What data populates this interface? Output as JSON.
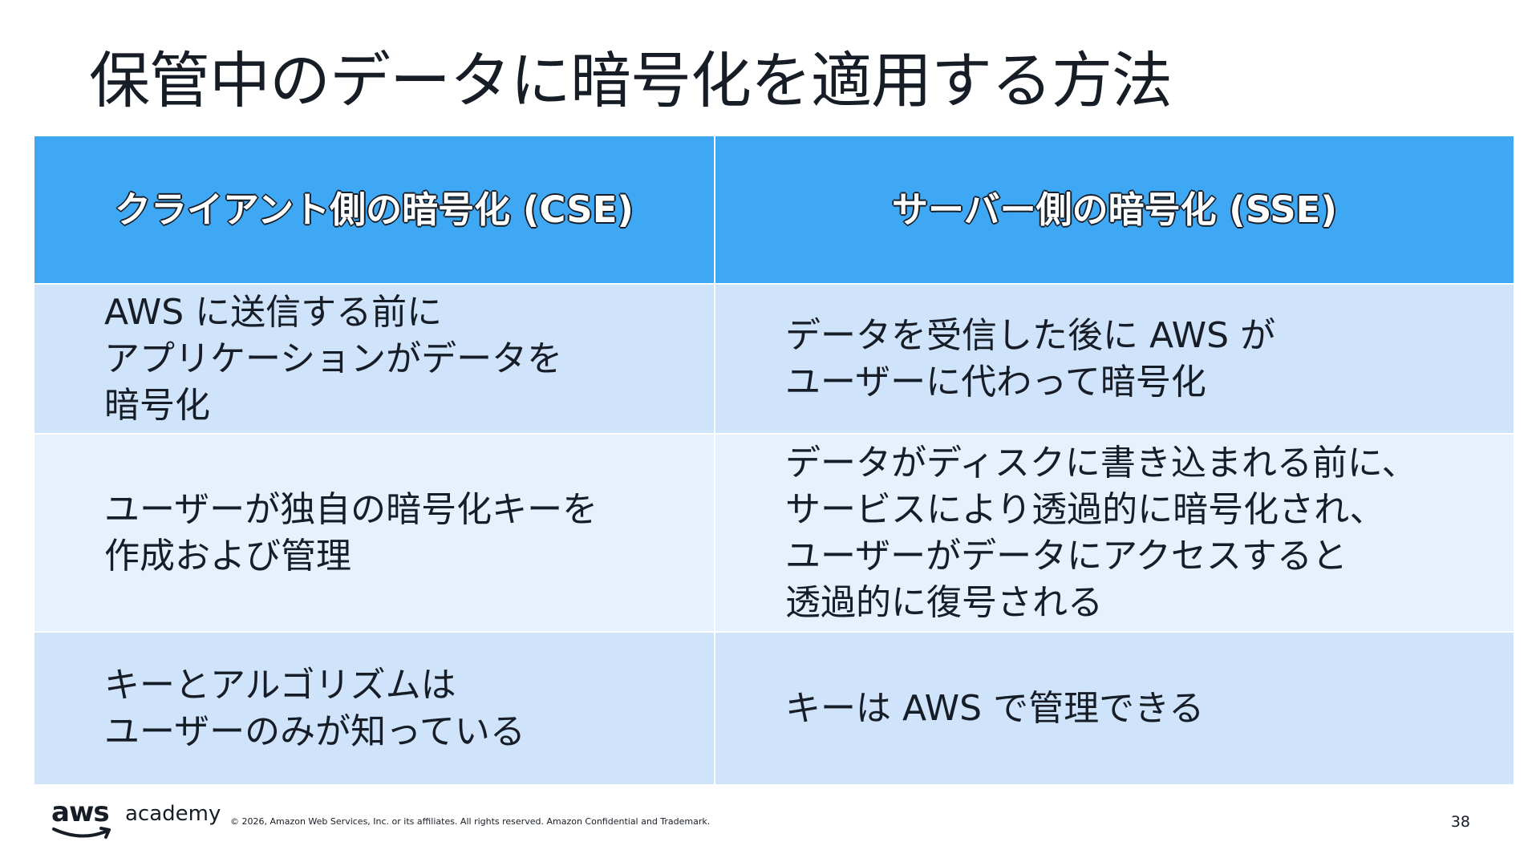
{
  "title": "保管中のデータに暗号化を適用する方法",
  "table": {
    "headers": {
      "client": "クライアント側の暗号化 (CSE)",
      "server": "サーバー側の暗号化 (SSE)"
    },
    "rows": [
      {
        "client": "AWS に送信する前に\nアプリケーションがデータを\n暗号化",
        "server": "データを受信した後に AWS が\nユーザーに代わって暗号化"
      },
      {
        "client": "ユーザーが独自の暗号化キーを\n作成および管理",
        "server": "データがディスクに書き込まれる前に、\nサービスにより透過的に暗号化され、\nユーザーがデータにアクセスすると\n透過的に復号される"
      },
      {
        "client": "キーとアルゴリズムは\nユーザーのみが知っている",
        "server": " キーは AWS で管理できる"
      }
    ]
  },
  "footer": {
    "logo_aws": "aws",
    "logo_academy": "academy",
    "copyright": "© 2026, Amazon Web Services, Inc. or its affiliates. All rights reserved. Amazon Confidential and Trademark.",
    "page_number": "38"
  },
  "colors": {
    "header_bg": "#3fa8f4",
    "row_dark": "#cfe3fb",
    "row_light": "#e6f1fd",
    "text": "#161d26",
    "logo_smile": "#161d26"
  }
}
